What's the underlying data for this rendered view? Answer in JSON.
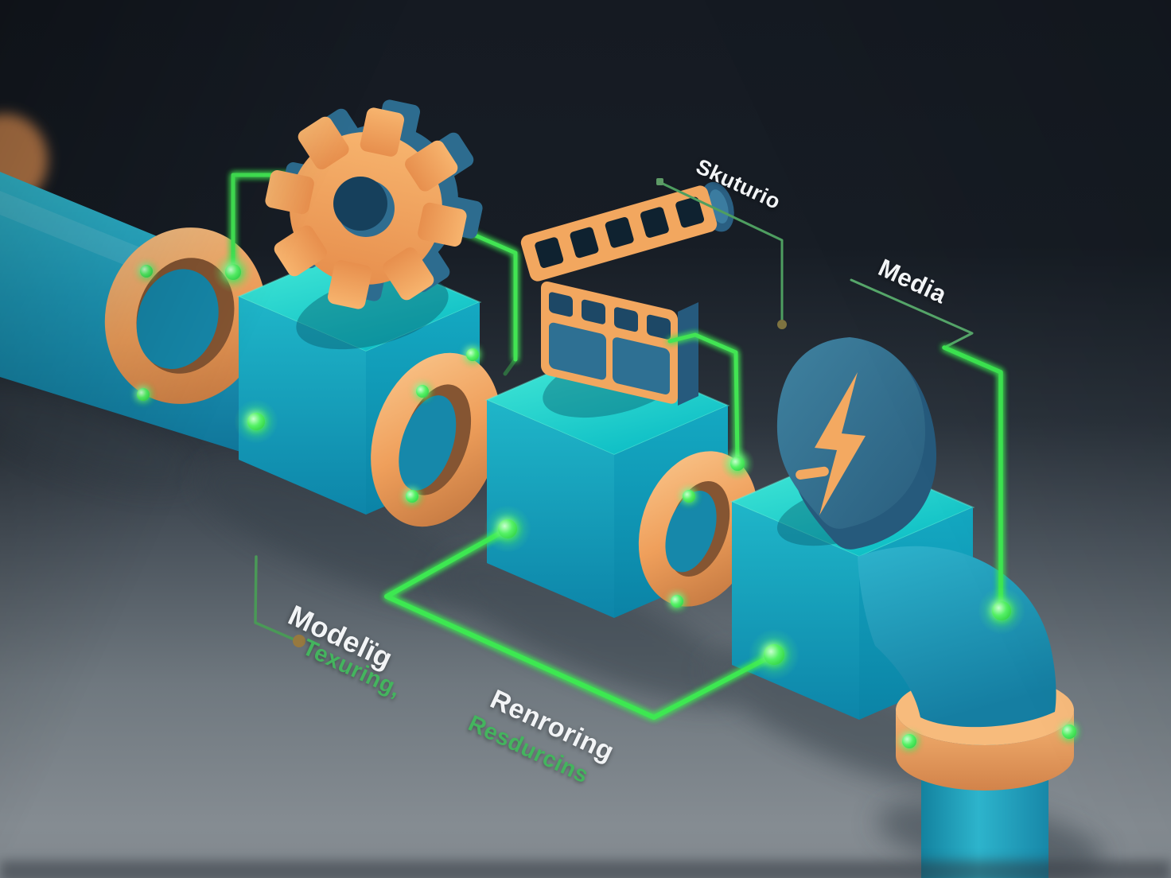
{
  "scene": {
    "labels": {
      "skuturio": "Skuturio",
      "media": "Media",
      "modeling": "Modelïg",
      "texturing": "Texuring,",
      "rendering": "Renroring",
      "resources": "Resdurcins"
    },
    "icons": {
      "stage1": "gear-icon",
      "stage2": "film-clapperboard-icon",
      "stage3": "lightning-bolt-badge-icon"
    },
    "colors": {
      "background_top": "#161b23",
      "background_bottom": "#878e94",
      "cube_cyan": "#18c7cb",
      "pipe_teal": "#1f9dbd",
      "flange_orange": "#efa15d",
      "steel_blue": "#2e7093",
      "icon_orange": "#f2a75f",
      "circuit_green": "#3fe651",
      "label_white": "#f2f4f6",
      "label_green": "#44b45e"
    }
  }
}
